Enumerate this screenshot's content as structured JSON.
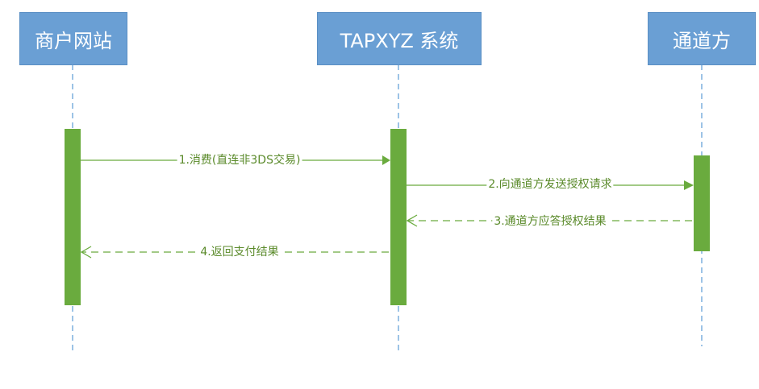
{
  "colors": {
    "actor_fill": "#6a9fd4",
    "lifeline": "#5b9bd5",
    "activation": "#6aab3e",
    "message": "#6aab3e",
    "label_text": "#5a8a2a"
  },
  "participants": [
    {
      "id": "merchant",
      "label": "商户网站"
    },
    {
      "id": "tapxyz",
      "label": "TAPXYZ 系统"
    },
    {
      "id": "channel",
      "label": "通道方"
    }
  ],
  "messages": [
    {
      "id": "m1",
      "number": "1.",
      "label": "1.消费(直连非3DS交易)",
      "from": "merchant",
      "to": "tapxyz",
      "style": "solid"
    },
    {
      "id": "m2",
      "number": "2.",
      "label": "2.向通道方发送授权请求",
      "from": "tapxyz",
      "to": "channel",
      "style": "solid"
    },
    {
      "id": "m3",
      "number": "3.",
      "label": "3.通道方应答授权结果",
      "from": "channel",
      "to": "tapxyz",
      "style": "dashed"
    },
    {
      "id": "m4",
      "number": "4.",
      "label": "4.返回支付结果",
      "from": "tapxyz",
      "to": "merchant",
      "style": "dashed"
    }
  ]
}
